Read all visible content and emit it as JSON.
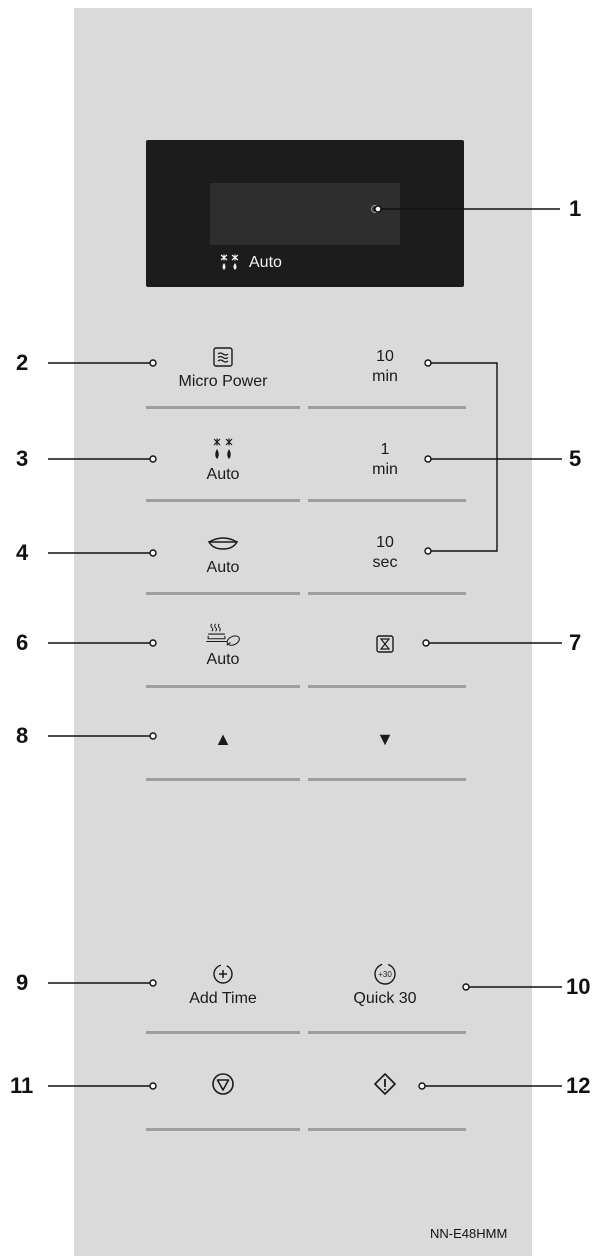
{
  "display": {
    "auto_label": "Auto",
    "icon": "defrost-droplets-icon"
  },
  "buttons": {
    "micro_power": {
      "label": "Micro Power",
      "icon": "microwave-waves-icon"
    },
    "min10": {
      "line1": "10",
      "line2": "min"
    },
    "defrost_auto": {
      "label": "Auto",
      "icon": "defrost-droplets-icon"
    },
    "min1": {
      "line1": "1",
      "line2": "min"
    },
    "cook_auto": {
      "label": "Auto",
      "icon": "dish-icon"
    },
    "sec10": {
      "line1": "10",
      "line2": "sec"
    },
    "steam_auto": {
      "label": "Auto",
      "icon": "steam-reheat-icon"
    },
    "timer": {
      "label": "",
      "icon": "hourglass-icon"
    },
    "up": {
      "label": "▲"
    },
    "down": {
      "label": "▼"
    },
    "add_time": {
      "label": "Add Time",
      "icon": "add-time-icon"
    },
    "quick30": {
      "label": "Quick 30",
      "icon": "quick30-icon",
      "icon_text": "+30"
    },
    "stop": {
      "label": "",
      "icon": "stop-icon"
    },
    "start": {
      "label": "",
      "icon": "start-icon"
    }
  },
  "callouts": [
    "1",
    "2",
    "3",
    "4",
    "5",
    "6",
    "7",
    "8",
    "9",
    "10",
    "11",
    "12"
  ],
  "model": "NN-E48HMM"
}
